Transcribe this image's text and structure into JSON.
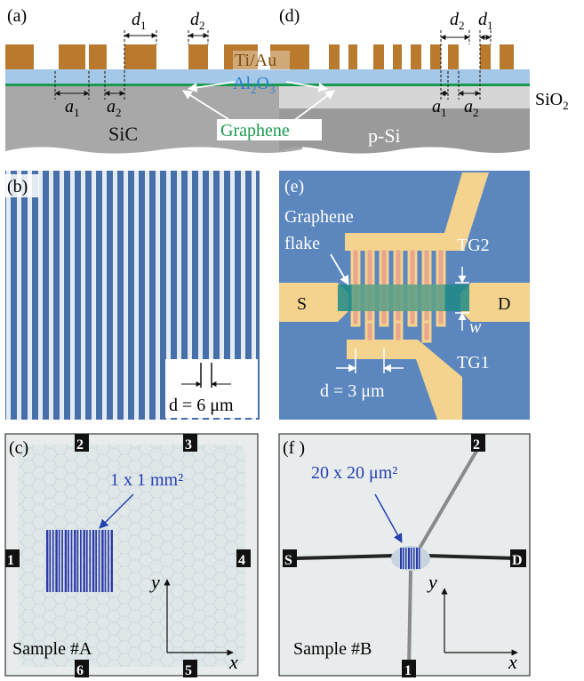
{
  "panel_labels": {
    "a": "(a)",
    "b": "(b)",
    "c": "(c)",
    "d": "(d)",
    "e": "(e)",
    "f": "(f )"
  },
  "panel_a": {
    "d1": "d",
    "d1_sub": "1",
    "d2": "d",
    "d2_sub": "2",
    "a1": "a",
    "a1_sub": "1",
    "a2": "a",
    "a2_sub": "2",
    "substrate": "SiC"
  },
  "panel_d": {
    "d1": "d",
    "d1_sub": "1",
    "d2": "d",
    "d2_sub": "2",
    "a1": "a",
    "a1_sub": "1",
    "a2": "a",
    "a2_sub": "2",
    "substrate": "p-Si"
  },
  "layers": {
    "tiau": "Ti/Au",
    "al2o3_a": "Al",
    "al2o3_sub1": "2",
    "al2o3_o": "O",
    "al2o3_sub2": "3",
    "graphene": "Graphene",
    "sio2": "SiO",
    "sio2_sub": "2"
  },
  "panel_b": {
    "scale_label": "d = 6 μm"
  },
  "panel_e": {
    "graphene_line1": "Graphene",
    "graphene_line2": "flake",
    "source": "S",
    "drain": "D",
    "tg1": "TG1",
    "tg2": "TG2",
    "w": "w",
    "scale_label": "d = 3 μm"
  },
  "panel_c": {
    "pad_2": "2",
    "pad_3": "3",
    "pad_1": "1",
    "pad_4": "4",
    "pad_6": "6",
    "pad_5": "5",
    "area": "1 x 1 mm²",
    "sample": "Sample #A",
    "x": "x",
    "y": "y"
  },
  "panel_f": {
    "pad_2": "2",
    "pad_S": "S",
    "pad_D": "D",
    "pad_1": "1",
    "area": "20 x 20 μm²",
    "sample": "Sample #B",
    "x": "x",
    "y": "y"
  },
  "colors": {
    "gold": "#b97a2e",
    "al2o3": "#a6c8e8",
    "graphene": "#1a9a50",
    "sic": "#a8a8a8",
    "sio2": "#d6d6d6",
    "psi": "#9a9a9a",
    "blue_text": "#2540b0",
    "micro_bg": "#5b86be",
    "gold_light": "#f3d38e"
  }
}
